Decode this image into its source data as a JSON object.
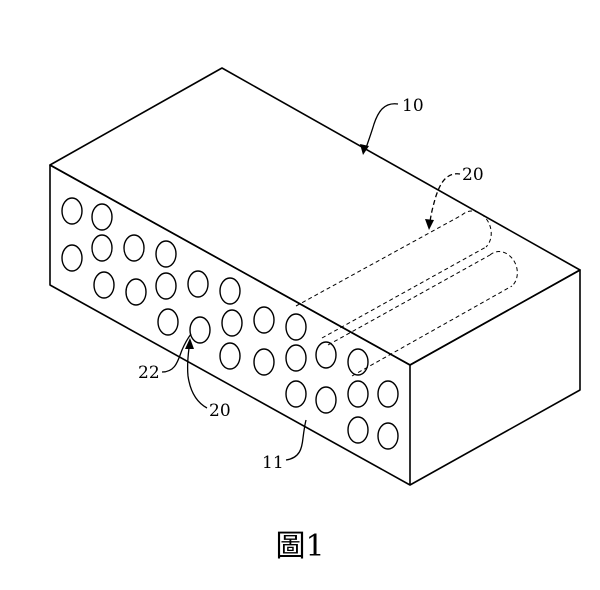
{
  "figure": {
    "caption": "圖1",
    "labels": {
      "block": "10",
      "end_face": "11",
      "channel_top": "20",
      "channel_front": "20",
      "opening": "22"
    }
  }
}
